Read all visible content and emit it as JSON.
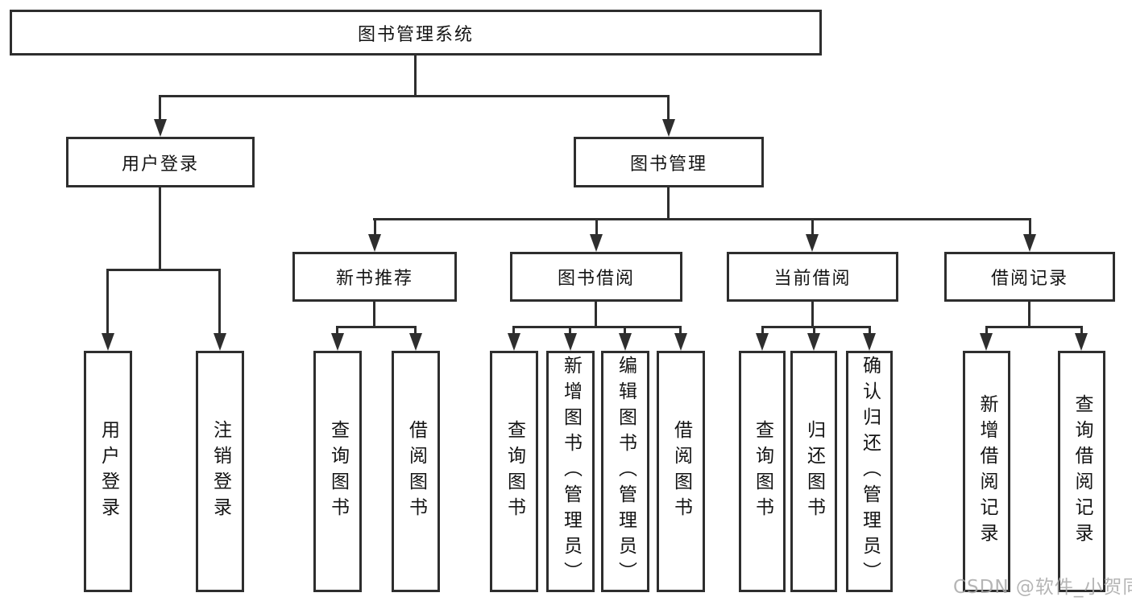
{
  "diagram": {
    "root": "图书管理系统",
    "branches": {
      "user_login": {
        "label": "用户登录",
        "children": [
          "用户登录",
          "注销登录"
        ]
      },
      "book_management": {
        "label": "图书管理",
        "sections": {
          "new_books": {
            "label": "新书推荐",
            "children": [
              "查询图书",
              "借阅图书"
            ]
          },
          "book_borrow": {
            "label": "图书借阅",
            "children": [
              "查询图书",
              "新增图书（管理员）",
              "编辑图书（管理员）",
              "借阅图书"
            ]
          },
          "current_borrow": {
            "label": "当前借阅",
            "children": [
              "查询图书",
              "归还图书",
              "确认归还（管理员）"
            ]
          },
          "borrow_records": {
            "label": "借阅记录",
            "children": [
              "新增借阅记录",
              "查询借阅记录"
            ]
          }
        }
      }
    }
  },
  "watermark": "CSDN @软件_小贺同学",
  "colors": {
    "line": "#2e2e2e",
    "text": "#141414",
    "watermark": "#a9a9a9",
    "background": "#ffffff"
  }
}
